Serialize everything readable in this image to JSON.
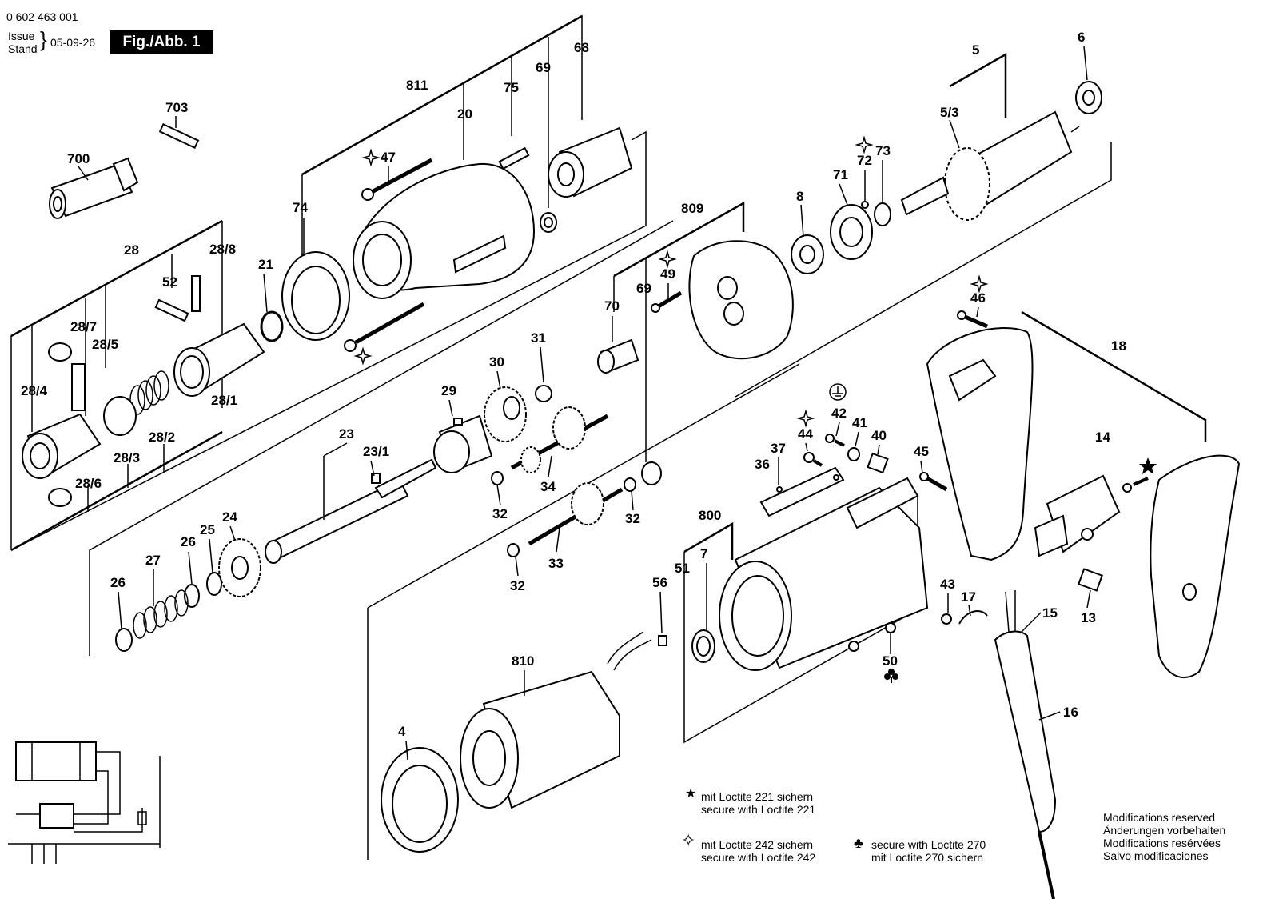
{
  "header": {
    "doc_number": "0 602 463 001",
    "issue_label": "Issue",
    "stand_label": "Stand",
    "date": "05-09-26",
    "figure": "Fig./Abb. 1"
  },
  "part_labels": [
    "700",
    "703",
    "811",
    "20",
    "75",
    "69",
    "68",
    "5",
    "6",
    "5/3",
    "47",
    "74",
    "73",
    "72",
    "71",
    "8",
    "809",
    "28",
    "28/8",
    "52",
    "21",
    "49",
    "69",
    "70",
    "46",
    "18",
    "28/7",
    "28/5",
    "31",
    "30",
    "29",
    "28/4",
    "28/1",
    "42",
    "41",
    "40",
    "44",
    "37",
    "36",
    "45",
    "14",
    "23",
    "23/1",
    "28/3",
    "28/2",
    "34",
    "28/6",
    "32",
    "32",
    "800",
    "7",
    "51",
    "24",
    "25",
    "26",
    "27",
    "26",
    "33",
    "32",
    "56",
    "810",
    "4",
    "43",
    "17",
    "15",
    "13",
    "50",
    "16"
  ],
  "legend": {
    "star_line1": "mit Loctite 221 sichern",
    "star_line2": "secure with Loctite 221",
    "cross_line1": "mit Loctite 242 sichern",
    "cross_line2": "secure with Loctite 242",
    "club_line1": "secure with Loctite 270",
    "club_line2": "mit Loctite 270 sichern"
  },
  "modifications": [
    "Modifications reserved",
    "Änderungen vorbehalten",
    "Modifications resérvées",
    "Salvo modificaciones"
  ],
  "symbols": {
    "star": "star-icon",
    "cross": "four-point-star-icon",
    "club": "club-icon",
    "ground": "ground-icon"
  }
}
